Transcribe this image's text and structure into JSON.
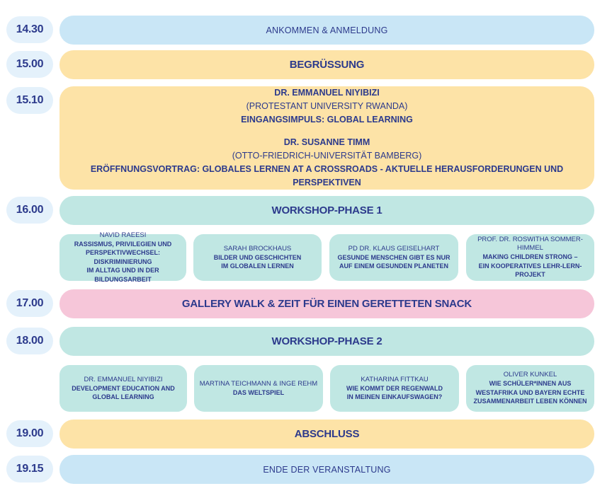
{
  "schedule": {
    "t1430": "14.30",
    "t1500": "15.00",
    "t1510": "15.10",
    "t1600": "16.00",
    "t1700": "17.00",
    "t1800": "18.00",
    "t1900": "19.00",
    "t1915": "19.15"
  },
  "arrival": "ANKOMMEN & ANMELDUNG",
  "welcome": "BEGRÜSSUNG",
  "keynotes": {
    "speaker1_name": "DR. EMMANUEL NIYIBIZI",
    "speaker1_affiliation": "(PROTESTANT UNIVERSITY RWANDA)",
    "speaker1_talk": "EINGANGSIMPULS: GLOBAL LEARNING",
    "speaker2_name": "DR. SUSANNE TIMM",
    "speaker2_affiliation": "(OTTO-FRIEDRICH-UNIVERSITÄT BAMBERG)",
    "speaker2_talk": "ERÖFFNUNGSVORTRAG: GLOBALES LERNEN AT A CROSSROADS - AKTUELLE HERAUSFORDERUNGEN UND PERSPEKTIVEN"
  },
  "workshop1": {
    "title": "WORKSHOP-PHASE 1",
    "cards": [
      {
        "name": "NAVID RAEESI",
        "title_lines": [
          "RASSISMUS, PRIVILEGIEN UND",
          "PERSPEKTIVWECHSEL: DISKRIMINIERUNG",
          "IM ALLTAG UND IN DER BILDUNGSARBEIT"
        ]
      },
      {
        "name": "SARAH BROCKHAUS",
        "title_lines": [
          "BILDER UND GESCHICHTEN",
          "IM GLOBALEN LERNEN"
        ]
      },
      {
        "name": "PD DR. KLAUS GEISELHART",
        "title_lines": [
          "GESUNDE MENSCHEN GIBT ES NUR",
          "AUF EINEM GESUNDEN PLANETEN"
        ]
      },
      {
        "name": "PROF. DR. ROSWITHA SOMMER-HIMMEL",
        "title_lines": [
          "MAKING CHILDREN STRONG –",
          "EIN KOOPERATIVES LEHR-LERN-",
          "PROJEKT"
        ]
      }
    ]
  },
  "break": "GALLERY WALK & ZEIT FÜR EINEN GERETTETEN SNACK",
  "workshop2": {
    "title": "WORKSHOP-PHASE 2",
    "cards": [
      {
        "name": "DR. EMMANUEL NIYIBIZI",
        "title_lines": [
          "DEVELOPMENT EDUCATION AND",
          "GLOBAL LEARNING"
        ]
      },
      {
        "name": "MARTINA TEICHMANN & INGE REHM",
        "title_lines": [
          "DAS WELTSPIEL"
        ]
      },
      {
        "name": "KATHARINA FITTKAU",
        "title_lines": [
          "WIE KOMMT DER REGENWALD",
          "IN MEINEN EINKAUFSWAGEN?"
        ]
      },
      {
        "name": "OLIVER KUNKEL",
        "title_lines": [
          "WIE SCHÜLER*INNEN AUS",
          "WESTAFRIKA UND BAYERN ECHTE",
          "ZUSAMMENARBEIT LEBEN KÖNNEN"
        ]
      }
    ]
  },
  "closing": "ABSCHLUSS",
  "end": "ENDE DER VERANSTALTUNG",
  "colors": {
    "text": "#2c3a8c",
    "blue": "#c9e6f6",
    "yellow": "#fde3a7",
    "teal": "#c0e7e3",
    "pink": "#f6c6d9",
    "time_bg": "#e4f1fb"
  }
}
